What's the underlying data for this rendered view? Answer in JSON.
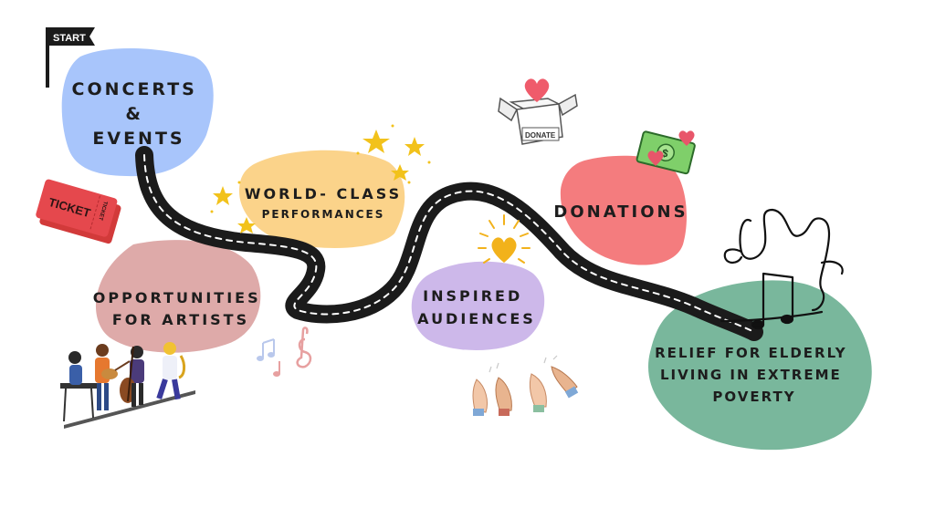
{
  "start_flag": "START",
  "steps": {
    "concerts": "CONCERTS\n&\nEVENTS",
    "world_class_line1": "WORLD- CLASS",
    "world_class_line2": "PERFORMANCES",
    "opportunities": "OPPORTUNITIES\nFOR ARTISTS",
    "inspired": "INSPIRED\nAUDIENCES",
    "donations": "DONATIONS",
    "relief": "RELIEF FOR ELDERLY\nLIVING IN EXTREME\nPOVERTY"
  },
  "icons": {
    "ticket_text": "TICKET",
    "ticket_stub": "TICKET",
    "donate_box_text": "DONATE",
    "money_symbol": "$"
  },
  "colors": {
    "concerts_blob": "#a8c5fb",
    "world_class_blob": "#fbd38a",
    "opportunities_blob": "#deaaa9",
    "inspired_blob": "#cdb8ea",
    "donations_blob": "#f47c7e",
    "relief_blob": "#79b79c",
    "road": "#1b1b1b"
  }
}
